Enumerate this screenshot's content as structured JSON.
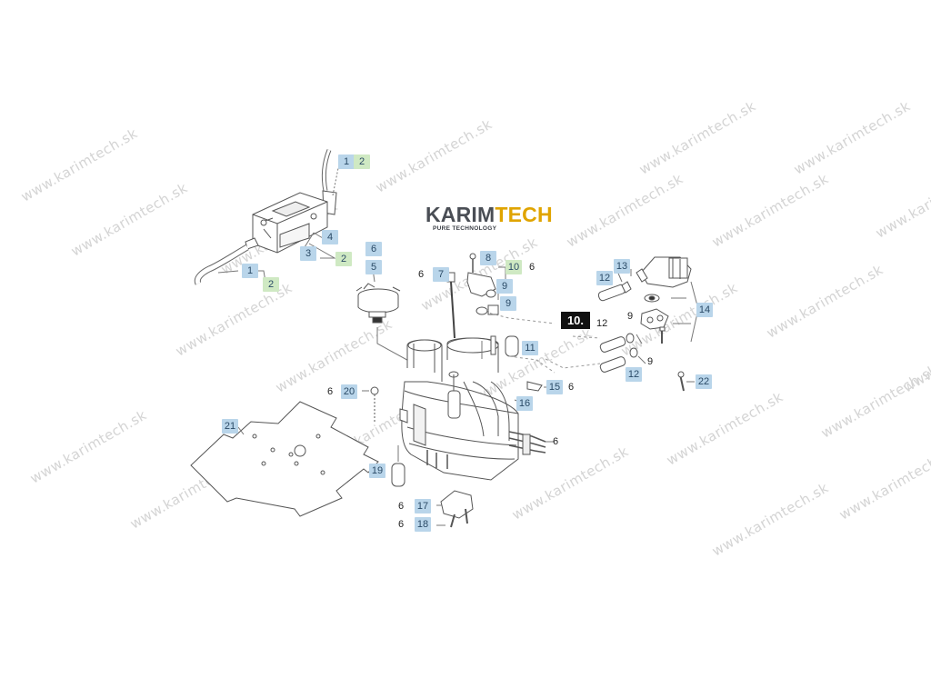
{
  "logo": {
    "main_part1": "KARIM",
    "main_part2": "TECH",
    "tagline": "PURE TECHNOLOGY",
    "colors": {
      "dark": "#4a4e55",
      "accent": "#e0a400"
    }
  },
  "watermark": {
    "text": "www.karimtech.sk"
  },
  "figure_marker": "10.",
  "callouts": {
    "c1a": "1",
    "c2a": "2",
    "c4": "4",
    "c3": "3",
    "c2b": "2",
    "c1b": "1",
    "c2c": "2",
    "c6a": "6",
    "c5": "5",
    "c6b": "6",
    "c7": "7",
    "c8": "8",
    "c10": "10",
    "c6c": "6",
    "c9a": "9",
    "c9b": "9",
    "c12a": "12",
    "c13": "13",
    "c14": "14",
    "c12b": "12",
    "c9c": "9",
    "c11": "11",
    "c9d": "9",
    "c12c": "12",
    "c22": "22",
    "c6d": "6",
    "c20": "20",
    "c15": "15",
    "c6e": "6",
    "c16": "16",
    "c6f": "6",
    "c21": "21",
    "c19": "19",
    "c6g": "6",
    "c17": "17",
    "c6h": "6",
    "c18": "18"
  },
  "colors": {
    "blue_label": "#b9d5ea",
    "green_label": "#cfe9c3",
    "line": "#777777"
  }
}
